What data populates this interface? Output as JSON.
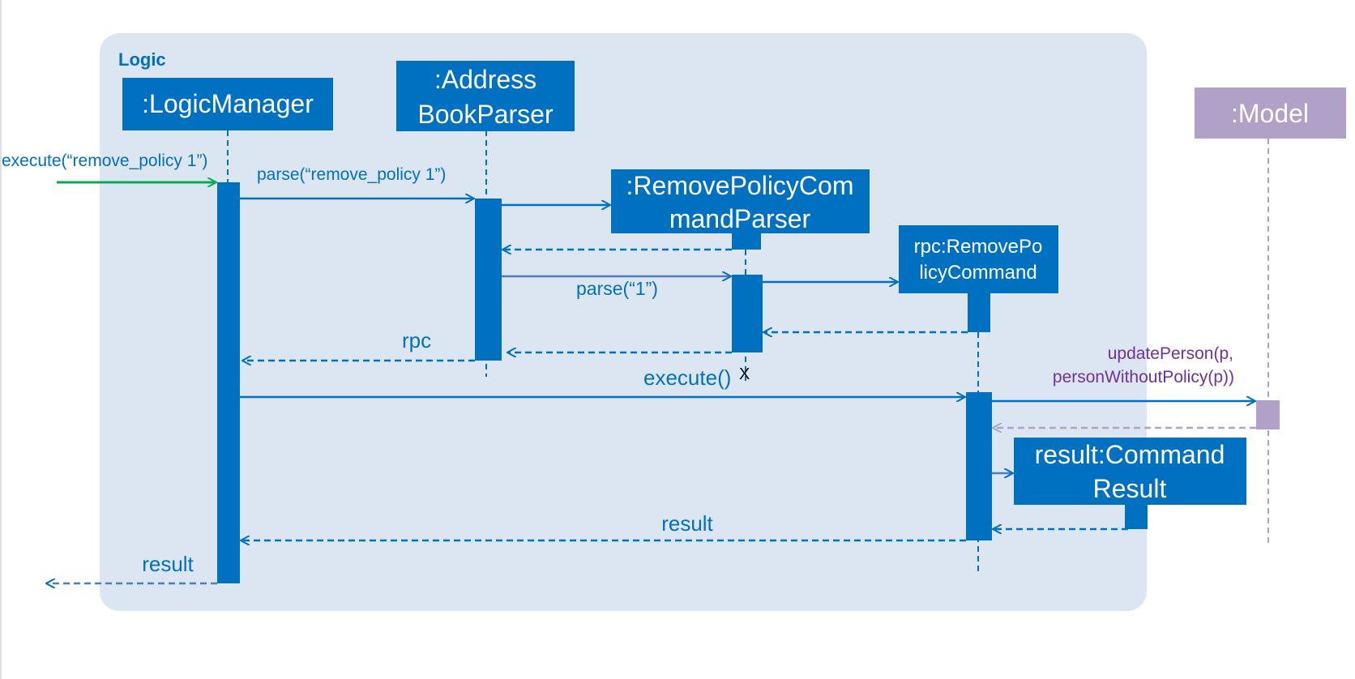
{
  "frame": {
    "label": "Logic"
  },
  "participants": {
    "logic_manager": {
      "label": ":LogicManager"
    },
    "address_book_parser": {
      "line1": ":Address",
      "line2": "BookParser"
    },
    "remove_policy_command_parser": {
      "line1": ":RemovePolicyCom",
      "line2": "mandParser"
    },
    "rpc": {
      "line1": "rpc:RemovePo",
      "line2": "licyCommand"
    },
    "model": {
      "label": ":Model"
    },
    "command_result": {
      "line1": "result:Command",
      "line2": "Result"
    }
  },
  "messages": {
    "execute_call": "execute(“remove_policy 1”)",
    "parse_call": "parse(“remove_policy 1”)",
    "parse_args": "parse(“1”)",
    "return_rpc": "rpc",
    "execute": "execute()",
    "destroy_mark": "X",
    "update_person_line1": "updatePerson(p,",
    "update_person_line2": "personWithoutPolicy(p))",
    "return_result_inner": "result",
    "return_result_outer": "result"
  },
  "colors": {
    "frame_bg": "#dce6f2",
    "blue": "#0070c0",
    "purple": "#b1a0c7",
    "purple_text": "#7030a0",
    "green": "#00b050"
  }
}
